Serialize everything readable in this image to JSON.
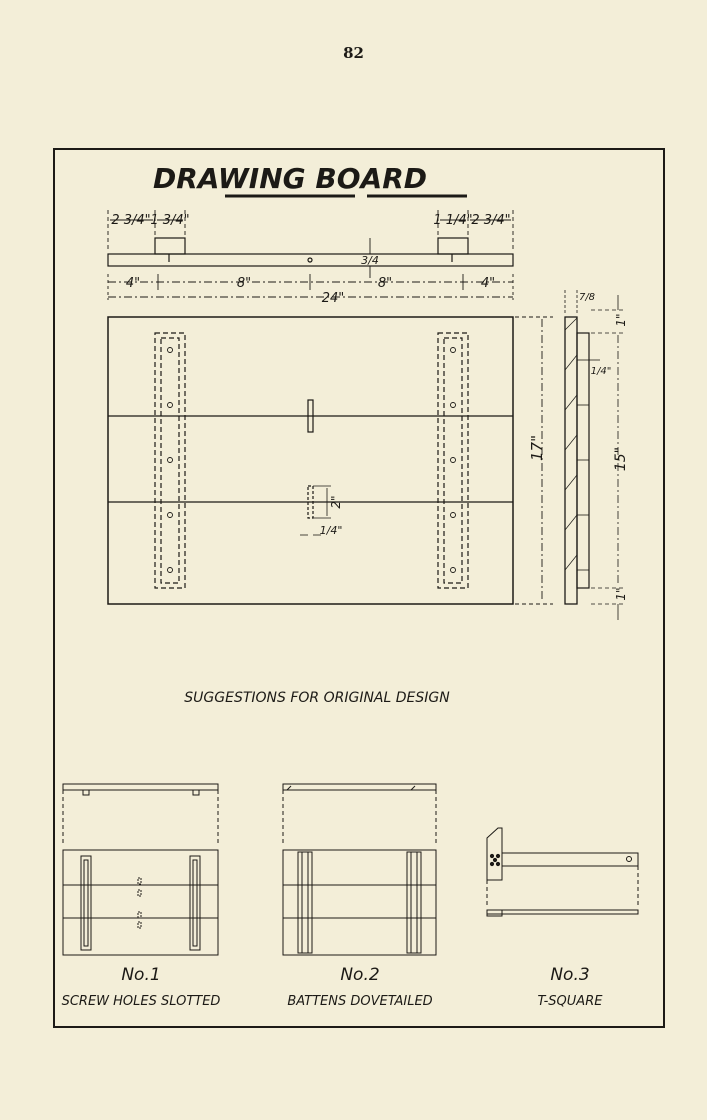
{
  "page_number": "82",
  "plate": {
    "title": "DRAWING BOARD",
    "dimensions": {
      "top_left_a": "2 3/4\"",
      "top_left_b": "1 3/4\"",
      "top_right_a": "1 1/4\"",
      "top_right_b": "2 3/4\"",
      "thickness": "3/4",
      "seg_left": "4\"",
      "seg_mid_left": "8\"",
      "seg_mid_right": "8\"",
      "seg_right": "4\"",
      "overall_width": "24\"",
      "height": "17\"",
      "batten_length": "15\"",
      "edge_top": "1\"",
      "edge_bottom": "1\"",
      "batten_thickness": "7/8",
      "batten_offset": "1/4\"",
      "slot_length": "2\"",
      "slot_width": "1/4\""
    },
    "suggestions_heading": "SUGGESTIONS FOR ORIGINAL DESIGN",
    "designs": [
      {
        "number": "No.1",
        "caption": "SCREW HOLES SLOTTED"
      },
      {
        "number": "No.2",
        "caption": "BATTENS DOVETAILED"
      },
      {
        "number": "No.3",
        "caption": "T-SQUARE"
      }
    ]
  }
}
